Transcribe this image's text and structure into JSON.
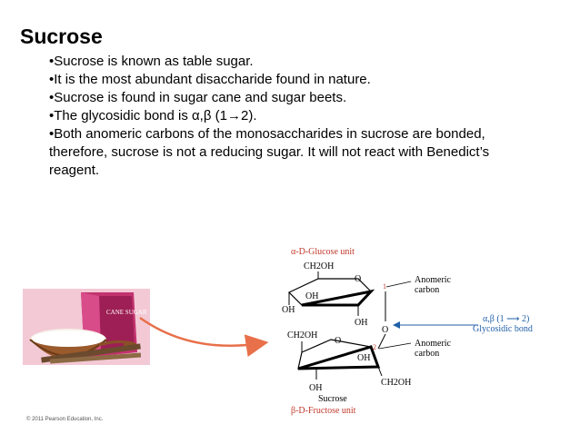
{
  "slide": {
    "title": "Sucrose",
    "bullets": [
      "Sucrose is known as table sugar.",
      "It is the most abundant disaccharide found in nature.",
      "Sucrose is found in sugar cane and sugar beets.",
      "The glycosidic bond is α,β (1→2).",
      "Both anomeric carbons of the monosaccharides in sucrose are bonded, therefore, sucrose is not a reducing sugar. It will not react with Benedict’s reagent."
    ],
    "bullet_marker": "•",
    "copyright": "© 2011 Pearson Education, Inc."
  },
  "photo": {
    "box_brand": "CANE SUGAR"
  },
  "diagram": {
    "glucose_label": "α-D-Glucose unit",
    "fructose_label": "β-D-Fructose unit",
    "sucrose_label": "Sucrose",
    "anomeric_label_1": "Anomeric",
    "anomeric_label_1b": "carbon",
    "anomeric_label_2": "Anomeric",
    "anomeric_label_2b": "carbon",
    "bond_label": "α,β (1 ⟶ 2)",
    "bond_label_b": "Glycosidic bond",
    "ch2oh_top": "CH2OH",
    "ch2oh_left": "CH2OH",
    "ch2oh_right": "CH2OH",
    "oh_1": "OH",
    "oh_2": "OH",
    "oh_3": "OH",
    "oh_4": "OH",
    "oh_5": "OH",
    "ring_o_1": "O",
    "ring_o_2": "O",
    "link_o": "O",
    "num_1": "1",
    "num_2": "2",
    "colors": {
      "accent": "#c0392b",
      "bond": "#1f5fa8",
      "arrow": "#e8704a"
    }
  }
}
